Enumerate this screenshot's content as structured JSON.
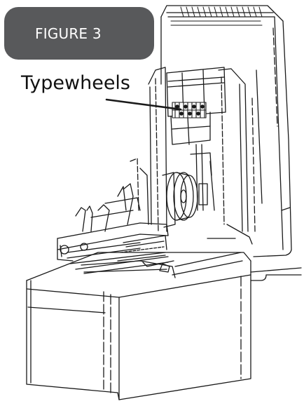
{
  "figure_badge": {
    "label": "FIGURE 3",
    "background": "#58595b",
    "text_color": "#ffffff"
  },
  "callout": {
    "label": "Typewheels"
  },
  "illustration": {
    "subject": "printer mechanism line drawing",
    "stroke_color": "#1a1a1a"
  }
}
